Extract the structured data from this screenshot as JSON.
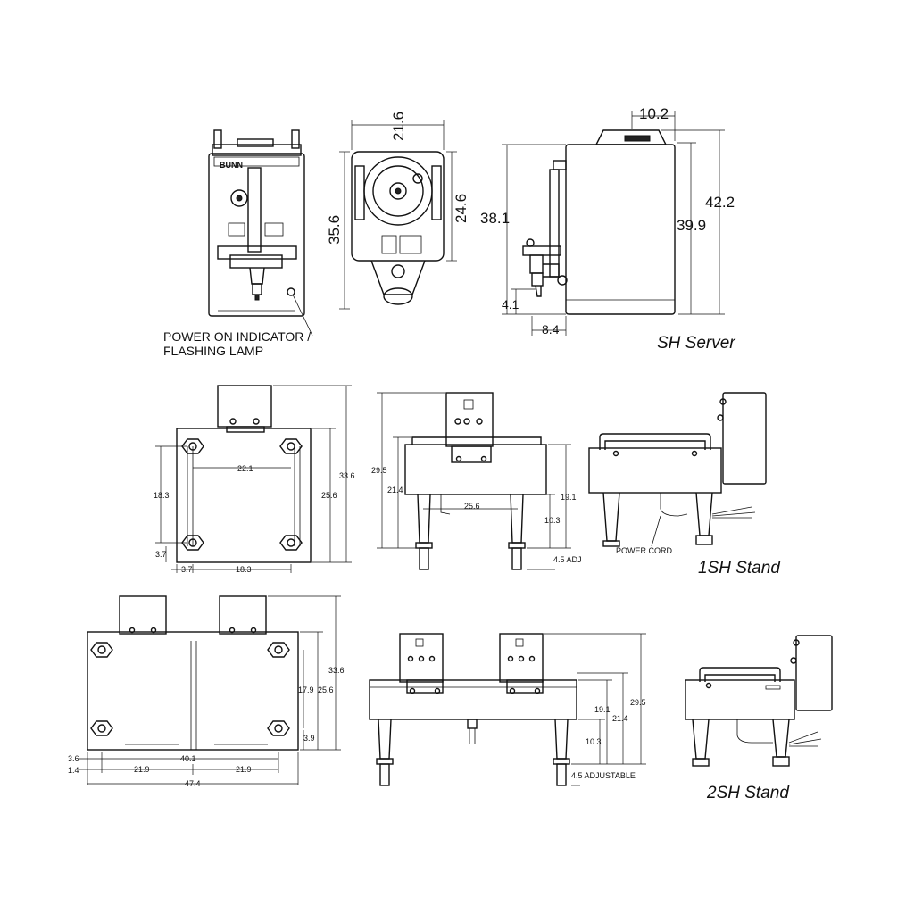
{
  "sh_server": {
    "title": "SH Server",
    "callout_line1": "POWER ON INDICATOR /",
    "callout_line2": "FLASHING LAMP",
    "brand": "BUNN",
    "dims": {
      "front_height": "35.6",
      "top_width": "21.6",
      "top_depth": "24.6",
      "side_top": "10.2",
      "side_h1": "38.1",
      "side_h2": "39.9",
      "side_h3": "42.2",
      "side_low": "4.1",
      "side_bottom": "8.4"
    }
  },
  "stand_1sh": {
    "title": "1SH Stand",
    "power_cord": "POWER CORD",
    "dims": {
      "width_inner": "22.1",
      "height_left": "18.3",
      "height_right": "25.6",
      "height_total": "33.6",
      "corner_v": "3.7",
      "corner_h": "3.7",
      "bottom_width": "18.3",
      "front_h1": "29.5",
      "front_h2": "21.4",
      "front_width": "25.6",
      "front_h3": "19.1",
      "front_h4": "10.3",
      "adj": "4.5 ADJ"
    }
  },
  "stand_2sh": {
    "title": "2SH Stand",
    "dims": {
      "height_total": "33.6",
      "height_mid": "25.6",
      "height_inner": "17.9",
      "corner_v": "3.9",
      "left_a": "3.6",
      "left_b": "1.4",
      "inner_width": "40.1",
      "half_left": "21.9",
      "half_right": "21.9",
      "total_width": "47.4",
      "front_h1": "29.5",
      "front_h2": "21.4",
      "front_h3": "19.1",
      "front_h4": "10.3",
      "adj": "4.5 ADJUSTABLE"
    }
  }
}
